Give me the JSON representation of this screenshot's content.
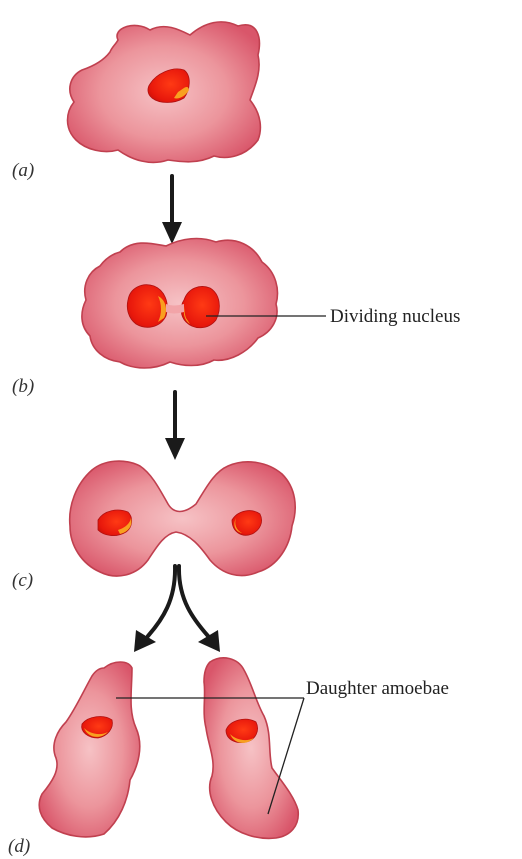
{
  "stages": [
    {
      "label": "(a)"
    },
    {
      "label": "(b)"
    },
    {
      "label": "(c)"
    },
    {
      "label": "(d)"
    }
  ],
  "callouts": {
    "dividing_nucleus": "Dividing nucleus",
    "daughter_amoebae": "Daughter amoebae"
  },
  "colors": {
    "cell_edge": "#d4505e",
    "cell_mid": "#e98a93",
    "cell_center": "#f6c2c5",
    "nucleus": "#e8180c",
    "nucleus_highlight": "#f8a020",
    "arrow": "#1a1a1a"
  }
}
